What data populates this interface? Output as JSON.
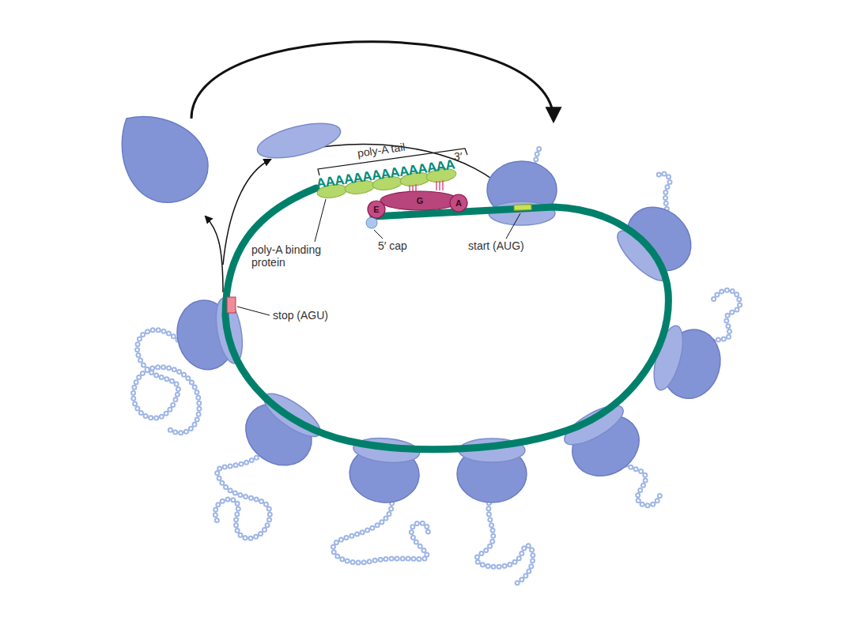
{
  "diagram": {
    "nodes": [
      {
        "text": [
          "E"
        ]
      },
      {
        "text": [
          "G"
        ]
      },
      {
        "text": [
          "A"
        ]
      }
    ],
    "labels": [
      "poly-A tail",
      "AAAAAAAAAAAAAAA",
      "3′",
      "poly-A binding protein",
      "5′ cap",
      "start (AUG)",
      "stop (AGU)"
    ]
  }
}
